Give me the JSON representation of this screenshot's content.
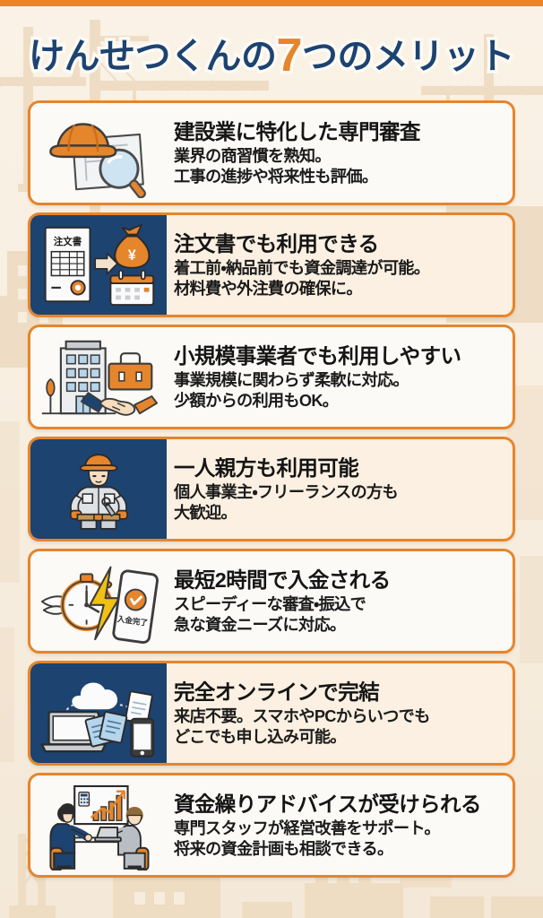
{
  "header": {
    "title_part1": "けんせつくんの",
    "title_number": "7",
    "title_part2": "つのメリット"
  },
  "colors": {
    "accent_orange": "#e5852c",
    "navy": "#1d4370",
    "card_bg_light": "#fbfaf7",
    "card_bg_tint": "#fbf0e1",
    "page_bg": "#f7eee0",
    "text_dark": "#151515"
  },
  "cards": [
    {
      "index": "1",
      "icon": "hardhat-blueprint-magnifier-icon",
      "icon_pane_style": "light",
      "title": "建設業に特化した専門審査",
      "desc_line1": "業界の商習慣を熟知。",
      "desc_line2": "工事の進捗や将来性も評価。"
    },
    {
      "index": "2",
      "icon": "order-form-moneybag-calendar-icon",
      "icon_pane_style": "navy",
      "icon_label": "注文書",
      "title": "注文書でも利用できる",
      "desc_line1": "着工前・納品前でも資金調達が可能。",
      "desc_line2": "材料費や外注費の確保に。"
    },
    {
      "index": "3",
      "icon": "building-briefcase-handshake-icon",
      "icon_pane_style": "light",
      "title": "小規模事業者でも利用しやすい",
      "desc_line1": "事業規模に関わらず柔軟に対応。",
      "desc_line2": "少額からの利用もOK。"
    },
    {
      "index": "4",
      "icon": "construction-worker-icon",
      "icon_pane_style": "navy",
      "title": "一人親方も利用可能",
      "desc_line1": "個人事業主・フリーランスの方も",
      "desc_line2": "大歓迎。"
    },
    {
      "index": "5",
      "icon": "winged-stopwatch-lightning-phone-icon",
      "icon_pane_style": "light",
      "icon_label": "入金完了",
      "title": "最短2時間で入金される",
      "desc_line1": "スピーディーな審査・振込で",
      "desc_line2": "急な資金ニーズに対応。"
    },
    {
      "index": "6",
      "icon": "laptop-cloud-documents-phone-icon",
      "icon_pane_style": "navy",
      "title": "完全オンラインで完結",
      "desc_line1": "来店不要。スマホやPCからいつでも",
      "desc_line2": "どこでも申し込み可能。"
    },
    {
      "index": "7",
      "icon": "consultation-meeting-chart-icon",
      "icon_pane_style": "light",
      "title": "資金繰りアドバイスが受けられる",
      "desc_line1": "専門スタッフが経営改善をサポート。",
      "desc_line2": "将来の資金計画も相談できる。"
    }
  ]
}
